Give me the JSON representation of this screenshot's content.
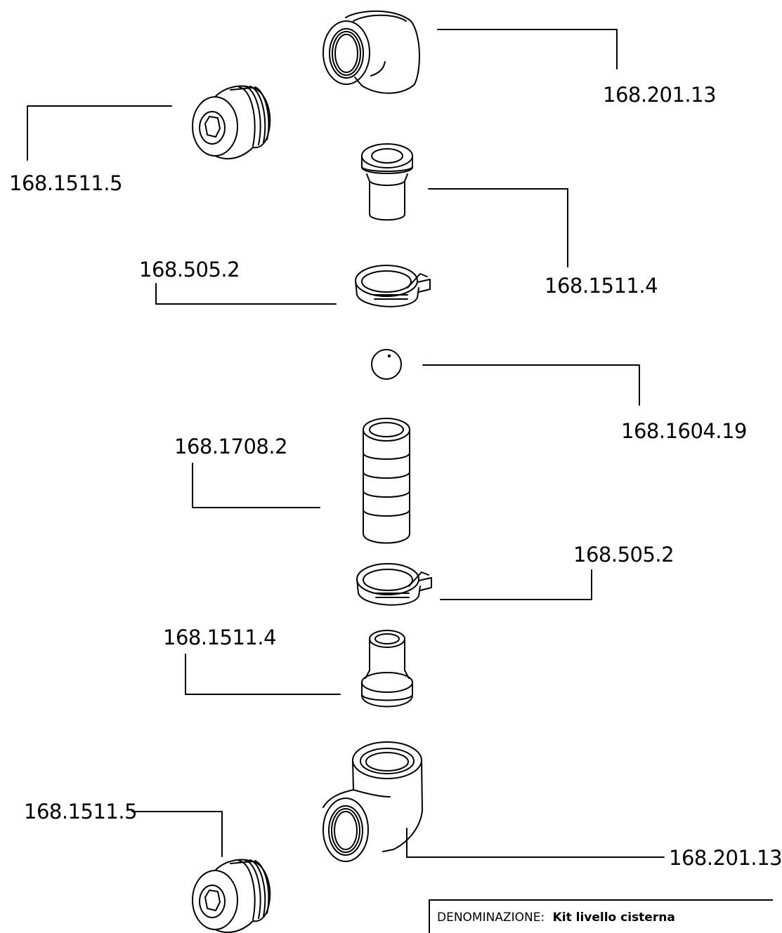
{
  "labels": {
    "elbow_top": "168.201.13",
    "plug_top": "168.1511.5",
    "nipple_top": "168.1511.4",
    "clamp_top": "168.505.2",
    "ball": "168.1604.19",
    "hose": "168.1708.2",
    "clamp_bottom": "168.505.2",
    "nipple_bottom": "168.1511.4",
    "plug_bottom": "168.1511.5",
    "elbow_bottom": "168.201.13"
  },
  "title_block": {
    "key": "DENOMINAZIONE:",
    "value": "Kit livello cisterna"
  }
}
